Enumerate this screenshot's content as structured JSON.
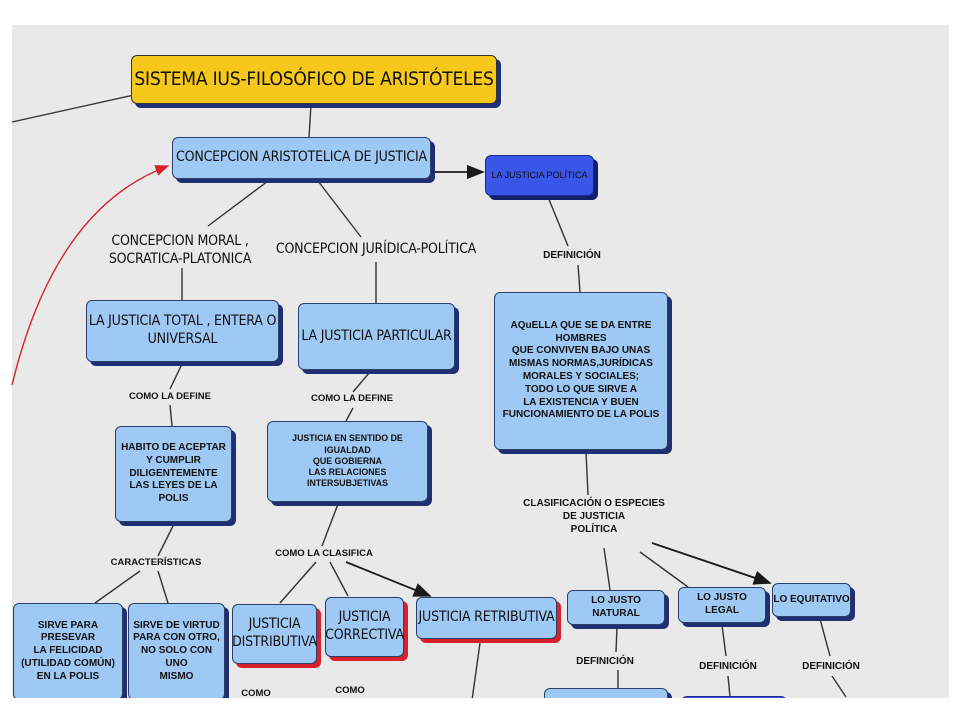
{
  "nodes": {
    "title": "SISTEMA IUS-FILOSÓFICO DE ARISTÓTELES",
    "concepcion": "CONCEPCION ARISTOTELICA DE JUSTICIA",
    "justicia_politica": "LA JUSTICIA POLÍTICA",
    "justicia_total": "LA JUSTICIA TOTAL , ENTERA O\nUNIVERSAL",
    "justicia_particular": "LA JUSTICIA PARTICULAR",
    "aquella": "AQuELLA QUE SE DA ENTRE HOMBRES\nQUE CONVIVEN BAJO UNAS\nMISMAS NORMAS,JURÍDICAS\nMORALES Y SOCIALES;\nTODO LO QUE SIRVE A\nLA EXISTENCIA Y BUEN\nFUNCIONAMIENTO DE LA POLIS",
    "habito": "HABITO DE ACEPTAR\nY CUMPLIR\nDILIGENTEMENTE\nLAS LEYES DE LA POLIS",
    "igualdad": "JUSTICIA EN SENTIDO DE IGUALDAD\nQUE GOBIERNA\nLAS RELACIONES INTERSUBJETIVAS",
    "sirve_preservar": "SIRVE PARA PRESEVAR\nLA FELICIDAD\n(UTILIDAD COMÚN)\nEN LA POLIS",
    "sirve_virtud": "SIRVE DE VIRTUD\nPARA CON OTRO,\nNO SOLO CON UNO\nMISMO",
    "distributiva": "JUSTICIA\nDISTRIBUTIVA",
    "correctiva": "JUSTICIA\nCORRECTIVA",
    "retributiva": "JUSTICIA RETRIBUTIVA",
    "justo_natural": "LO JUSTO NATURAL",
    "justo_legal": "LO JUSTO LEGAL",
    "equitativo": "LO EQUITATIVO"
  },
  "labels": {
    "concepcion_moral": "CONCEPCION MORAL ,\nSOCRATICA-PLATONICA",
    "concepcion_juridica": "CONCEPCION JURÍDICA-POLÍTICA",
    "definicion_1": "DEFINICIÓN",
    "como_define_1": "COMO LA DEFINE",
    "como_define_2": "COMO LA DEFINE",
    "caracteristicas": "CARACTERÍSTICAS",
    "como_clasifica": "COMO LA CLASIFICA",
    "clasificacion": "CLASIFICACIÓN O ESPECIES\nDE JUSTICIA\nPOLÍTICA",
    "definicion_2": "DEFINICIÓN",
    "definicion_3": "DEFINICIÓN",
    "definicion_4": "DEFINICIÓN",
    "como_opera_1": "COMO OPERA",
    "como_opera_2": "COMO OPERA"
  },
  "colors": {
    "background": "#e9e9e9",
    "node_light": "#9fc9f5",
    "node_dark": "#3a56e8",
    "title": "#f7c81c",
    "accent_red": "#d8222b"
  }
}
